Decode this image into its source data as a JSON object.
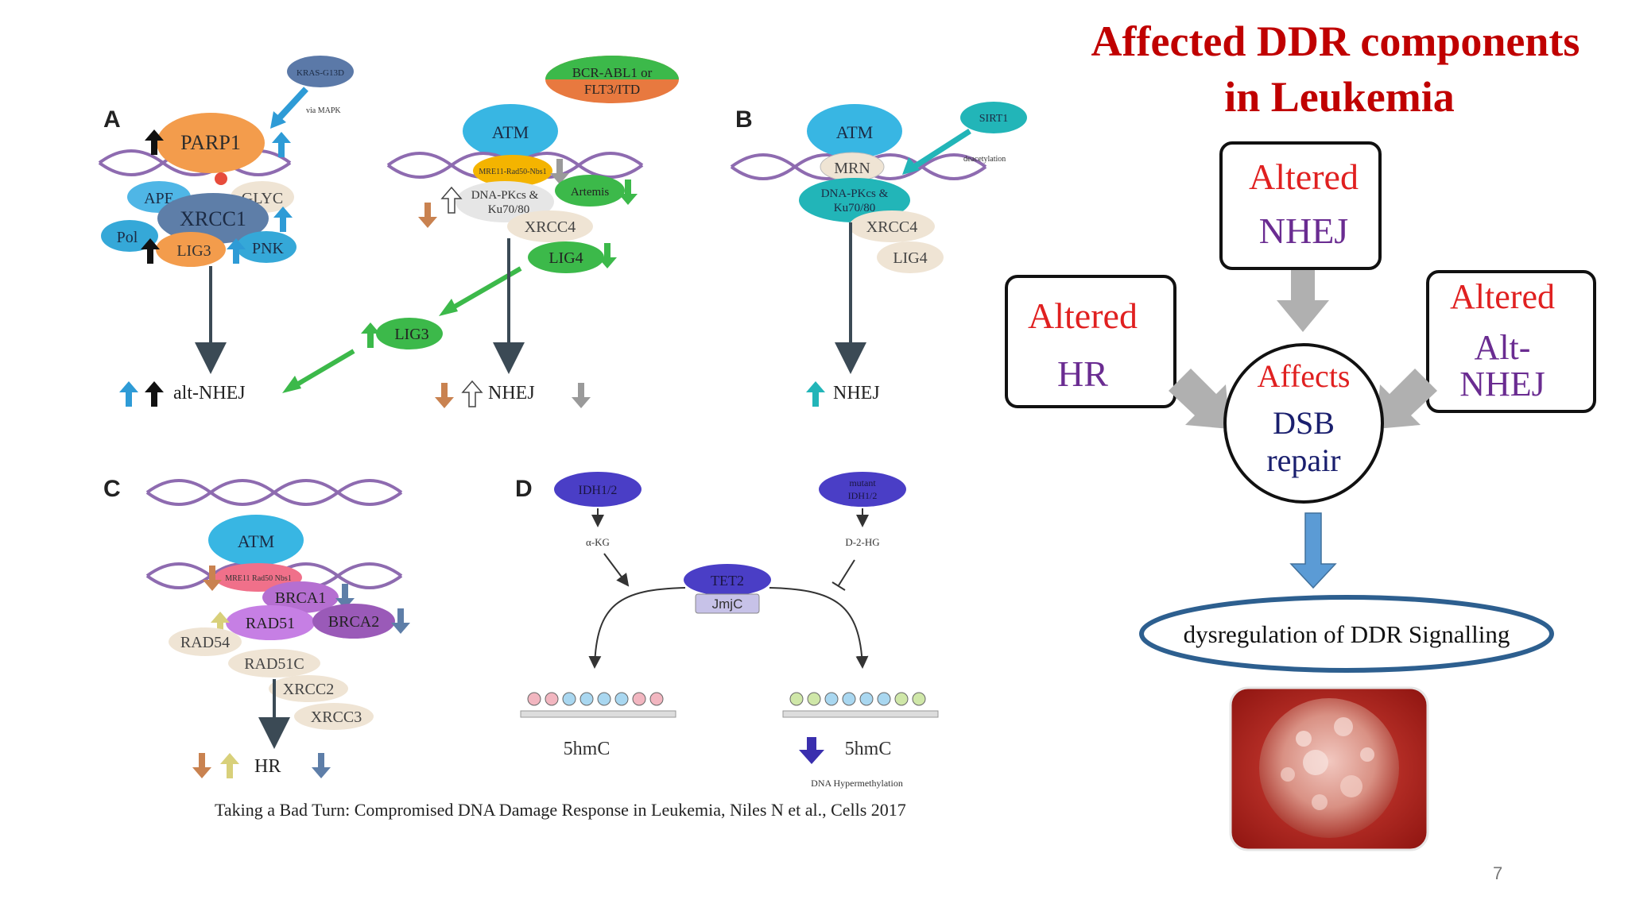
{
  "slide": {
    "title_line1": "Affected DDR components",
    "title_line2": "in Leukemia",
    "citation": "Taking a Bad Turn: Compromised DNA Damage Response in Leukemia, Niles N et al., Cells 2017",
    "page_number": "7"
  },
  "flowchart": {
    "hr": {
      "line1": "Altered",
      "line2": "HR"
    },
    "nhej": {
      "line1": "Altered",
      "line2": "NHEJ"
    },
    "altnhej": {
      "line1": "Altered",
      "line2": "Alt-",
      "line3": "NHEJ"
    },
    "center": {
      "line1": "Affects",
      "line2": "DSB",
      "line3": "repair"
    },
    "outcome": "dysregulation of DDR Signalling"
  },
  "figure": {
    "panels": {
      "a": "A",
      "b": "B",
      "c": "C",
      "d": "D"
    },
    "a": {
      "kras": "KRAS-G13D",
      "via_mapk": "via MAPK",
      "parp1": "PARP1",
      "ape": "APE",
      "glyc": "GLYC",
      "xrcc1": "XRCC1",
      "pol": "Pol",
      "lig3": "LIG3",
      "pnk": "PNK",
      "alt_nhej": "alt-NHEJ",
      "bcr_abl": "BCR-ABL1 or",
      "flt3": "FLT3/ITD",
      "atm": "ATM",
      "mre11": "MRE11-Rad50-Nbs1",
      "artemis": "Artemis",
      "dnapk": "DNA-PKcs &",
      "ku": "Ku70/80",
      "xrcc4": "XRCC4",
      "lig4": "LIG4",
      "lig3b": "LIG3",
      "nhej": "NHEJ"
    },
    "b": {
      "atm": "ATM",
      "mrn": "MRN",
      "sirt1": "SIRT1",
      "deacetylation": "deacetylation",
      "dnapk": "DNA-PKcs &",
      "ku": "Ku70/80",
      "xrcc4": "XRCC4",
      "lig4": "LIG4",
      "nhej": "NHEJ"
    },
    "c": {
      "atm": "ATM",
      "mre11": "MRE11 Rad50 Nbs1",
      "brca1": "BRCA1",
      "rad51": "RAD51",
      "brca2": "BRCA2",
      "rad54": "RAD54",
      "rad51c": "RAD51C",
      "xrcc2": "XRCC2",
      "xrcc3": "XRCC3",
      "hr": "HR"
    },
    "d": {
      "idh": "IDH1/2",
      "mut_idh_1": "mutant",
      "mut_idh_2": "IDH1/2",
      "akg": "α-KG",
      "d2hg": "D-2-HG",
      "tet2": "TET2",
      "jmjc": "JmjC",
      "left_mark": "5hmC",
      "right_mark": "5hmC",
      "hyper": "DNA Hypermethylation"
    }
  },
  "colors": {
    "title_red": "#c00000",
    "altered_red": "#e02020",
    "purple": "#6a2c91",
    "navy": "#1a1f6e",
    "outcome_border": "#2d5f8f",
    "flow_arrow_blue": "#5b9bd5",
    "flow_arrow_gray": "#b0b0b0"
  }
}
